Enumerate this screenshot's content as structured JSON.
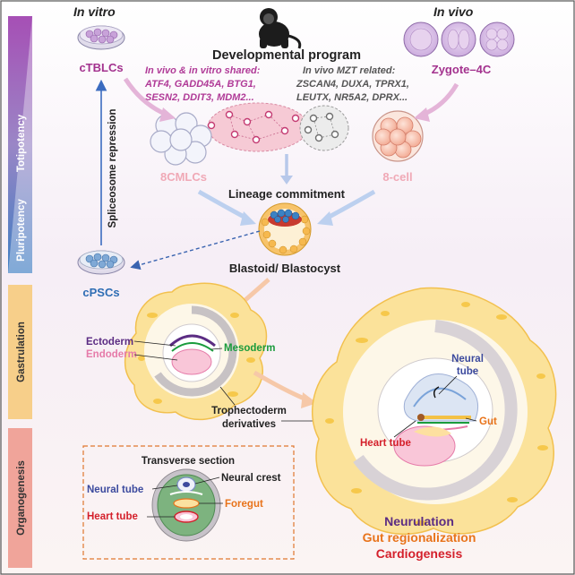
{
  "headers": {
    "in_vitro": "In vitro",
    "in_vivo": "In vivo",
    "developmental_program": "Developmental program"
  },
  "side_bars": {
    "totipotency": "Totipotency",
    "pluripotency": "Pluripotency",
    "gastrulation": "Gastrulation",
    "organogenesis": "Organogenesis"
  },
  "cells": {
    "ctblcs": "cTBLCs",
    "zygote_4c": "Zygote–4C",
    "cmlcs_8": "8CMLCs",
    "cell_8": "8-cell",
    "cpscs": "cPSCs"
  },
  "shared_genes": {
    "title": "In vivo & in vitro shared:",
    "line1": "ATF4, GADD45A, BTG1,",
    "line2": "SESN2, DDIT3, MDM2..."
  },
  "mzt_genes": {
    "title": "In vivo MZT related:",
    "line1": "ZSCAN4, DUXA, TPRX1,",
    "line2": "LEUTX, NR5A2, DPRX..."
  },
  "labels": {
    "spliceosome_repression": "Spliceosome repression",
    "lineage_commitment": "Lineage commitment",
    "blastoid": "Blastoid/ Blastocyst",
    "ectoderm": "Ectoderm",
    "endoderm": "Endoderm",
    "mesoderm": "Mesoderm",
    "trophectoderm_1": "Trophectoderm",
    "trophectoderm_2": "derivatives",
    "neural_tube_big_1": "Neural",
    "neural_tube_big_2": "tube",
    "gut": "Gut",
    "heart_tube_big": "Heart tube"
  },
  "transverse": {
    "title": "Transverse section",
    "neural_crest": "Neural crest",
    "neural_tube": "Neural tube",
    "foregut": "Foregut",
    "heart_tube": "Heart tube"
  },
  "outcomes": {
    "neurulation": "Neurulation",
    "gut_regionalization": "Gut regionalization",
    "cardiogenesis": "Cardiogenesis"
  },
  "colors": {
    "totipotency_purple": "#8e44ad",
    "pluripotency_blue": "#2e6db4",
    "magenta_label": "#a3328e",
    "ectoderm_purple": "#5b2c83",
    "endoderm_pink": "#e67ba9",
    "mesoderm_green": "#1a9b3c",
    "neural_blue": "#3c4a9e",
    "gut_orange": "#e8731a",
    "heart_red": "#d4202b",
    "embryo_yellow": "#f5d76e"
  }
}
